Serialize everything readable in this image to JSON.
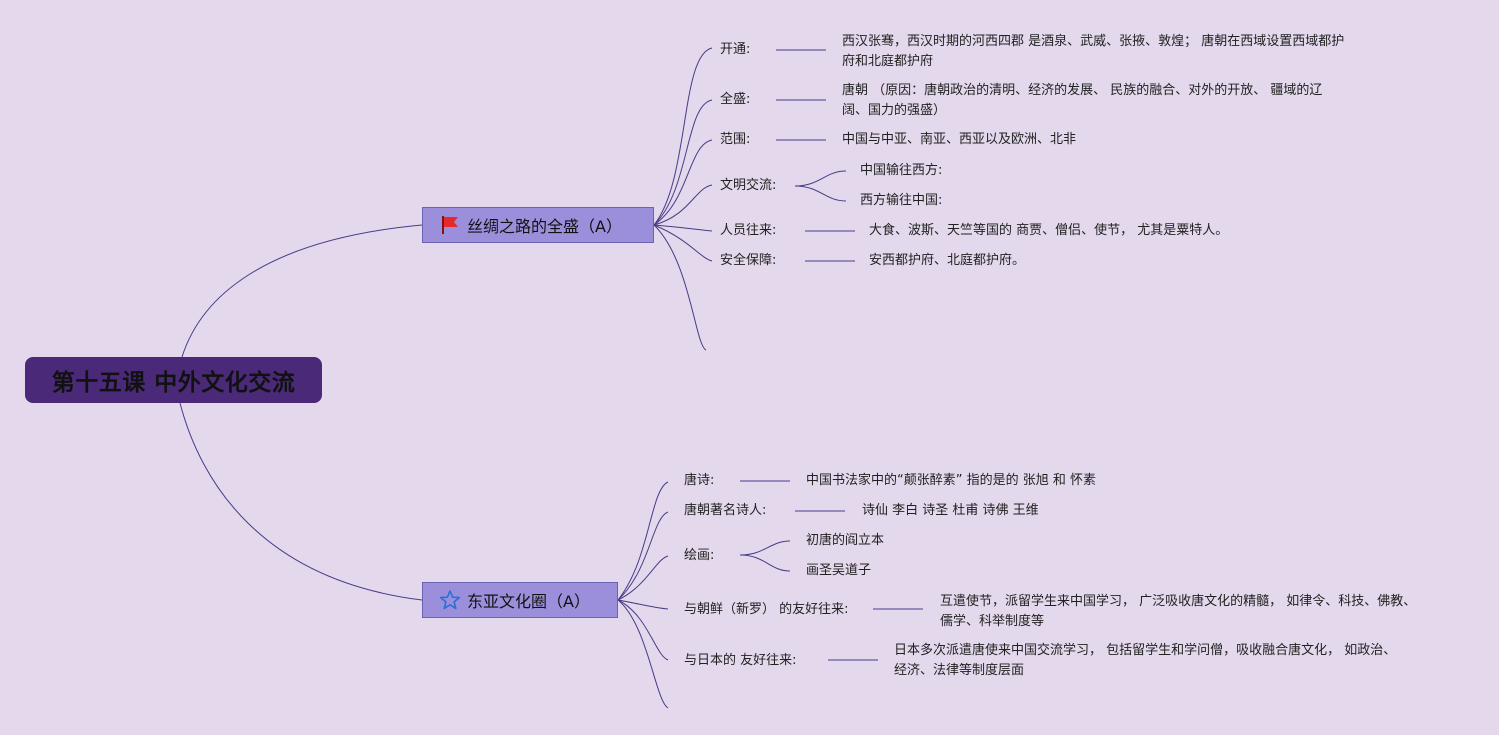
{
  "root": {
    "title": "第十五课 中外文化交流"
  },
  "topics": [
    {
      "title": "丝绸之路的全盛（A）",
      "icon": "red-flag-icon",
      "items": [
        {
          "label": "开通:",
          "detail": "西汉张骞，西汉时期的河西四郡 是酒泉、武威、张掖、敦煌； 唐朝在西域设置西域都护府和北庭都护府"
        },
        {
          "label": "全盛:",
          "detail": "唐朝 （原因：唐朝政治的清明、经济的发展、 民族的融合、对外的开放、 疆域的辽阔、国力的强盛）"
        },
        {
          "label": "范围:",
          "detail": "中国与中亚、南亚、西亚以及欧洲、北非"
        },
        {
          "label": "文明交流:",
          "subs": [
            "中国输往西方:",
            "西方输往中国:"
          ]
        },
        {
          "label": "人员往来:",
          "detail": "大食、波斯、天竺等国的 商贾、僧侣、使节， 尤其是粟特人。"
        },
        {
          "label": "安全保障:",
          "detail": "安西都护府、北庭都护府。"
        }
      ]
    },
    {
      "title": "东亚文化圈（A）",
      "icon": "star-icon",
      "items": [
        {
          "label": "唐诗:",
          "detail": "中国书法家中的“颠张醉素” 指的是的 张旭 和 怀素"
        },
        {
          "label": "唐朝著名诗人:",
          "detail": "诗仙 李白 诗圣 杜甫 诗佛 王维"
        },
        {
          "label": "绘画:",
          "subs": [
            "初唐的阎立本",
            "画圣吴道子"
          ]
        },
        {
          "label": "与朝鲜（新罗） 的友好往来:",
          "detail": "互遣使节，派留学生来中国学习， 广泛吸收唐文化的精髓， 如律令、科技、佛教、儒学、科举制度等"
        },
        {
          "label": "与日本的 友好往来:",
          "detail": "日本多次派遣唐使来中国交流学习， 包括留学生和学问僧，吸收融合唐文化， 如政治、经济、法律等制度层面"
        }
      ]
    }
  ]
}
